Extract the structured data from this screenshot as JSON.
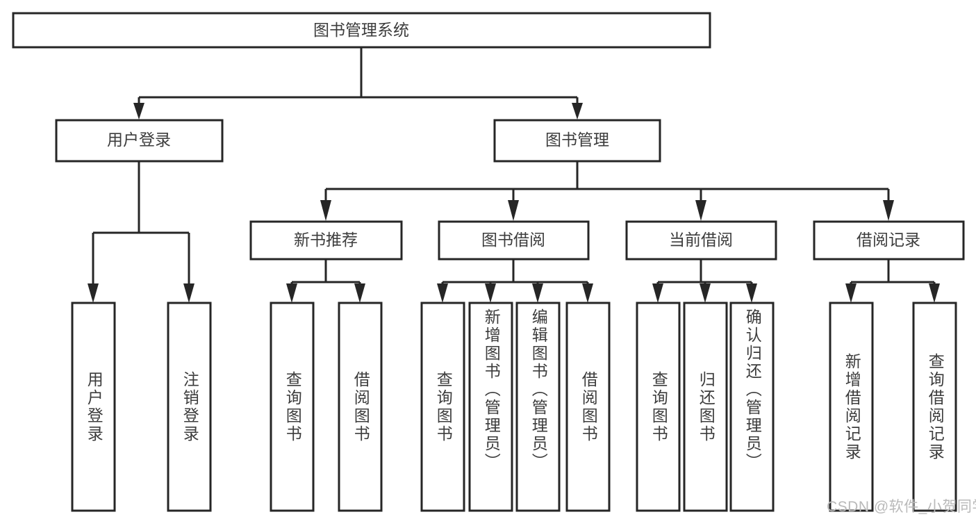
{
  "diagram": {
    "title": "图书管理系统",
    "type": "tree",
    "background_color": "#ffffff",
    "line_color": "#262626",
    "text_color": "#3c3c3c",
    "box_fill": "#ffffff"
  },
  "watermark": {
    "text": "CSDN @软件_小贺同学",
    "color": "#b9b9b9"
  },
  "nodes": {
    "root": {
      "label": "图书管理系统"
    },
    "level1": [
      {
        "label": "用户登录"
      },
      {
        "label": "图书管理"
      }
    ],
    "level2": [
      {
        "label": "新书推荐"
      },
      {
        "label": "图书借阅"
      },
      {
        "label": "当前借阅"
      },
      {
        "label": "借阅记录"
      }
    ],
    "leaves": [
      {
        "label": "用户登录"
      },
      {
        "label": "注销登录"
      },
      {
        "label": "查询图书"
      },
      {
        "label": "借阅图书"
      },
      {
        "label": "查询图书"
      },
      {
        "label": "新增图书（管理员）"
      },
      {
        "label": "编辑图书（管理员）"
      },
      {
        "label": "借阅图书"
      },
      {
        "label": "查询图书"
      },
      {
        "label": "归还图书"
      },
      {
        "label": "确认归还（管理员）"
      },
      {
        "label": "新增借阅记录"
      },
      {
        "label": "查询借阅记录"
      }
    ]
  },
  "edges": [
    {
      "from": "图书管理系统",
      "to": "用户登录"
    },
    {
      "from": "图书管理系统",
      "to": "图书管理"
    },
    {
      "from": "用户登录",
      "to": "用户登录"
    },
    {
      "from": "用户登录",
      "to": "注销登录"
    },
    {
      "from": "图书管理",
      "to": "新书推荐"
    },
    {
      "from": "图书管理",
      "to": "图书借阅"
    },
    {
      "from": "图书管理",
      "to": "当前借阅"
    },
    {
      "from": "图书管理",
      "to": "借阅记录"
    },
    {
      "from": "新书推荐",
      "to": "查询图书"
    },
    {
      "from": "新书推荐",
      "to": "借阅图书"
    },
    {
      "from": "图书借阅",
      "to": "查询图书"
    },
    {
      "from": "图书借阅",
      "to": "新增图书（管理员）"
    },
    {
      "from": "图书借阅",
      "to": "编辑图书（管理员）"
    },
    {
      "from": "图书借阅",
      "to": "借阅图书"
    },
    {
      "from": "当前借阅",
      "to": "查询图书"
    },
    {
      "from": "当前借阅",
      "to": "归还图书"
    },
    {
      "from": "当前借阅",
      "to": "确认归还（管理员）"
    },
    {
      "from": "借阅记录",
      "to": "新增借阅记录"
    },
    {
      "from": "借阅记录",
      "to": "查询借阅记录"
    }
  ]
}
